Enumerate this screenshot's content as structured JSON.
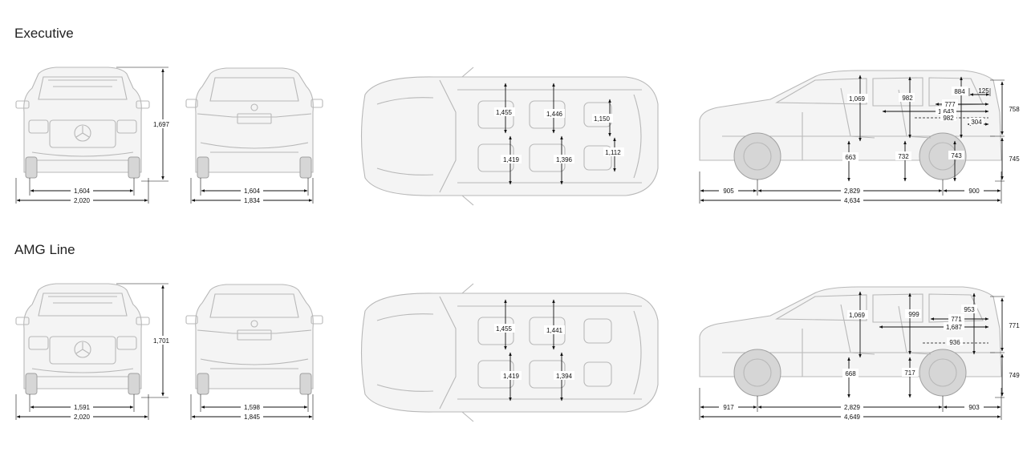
{
  "sections": {
    "executive": {
      "title": "Executive",
      "front": {
        "height": "1,697",
        "track": "1,604",
        "width": "2,020"
      },
      "rear": {
        "track": "1,604",
        "width": "1,834"
      },
      "top": {
        "row1_upper": "1,455",
        "row1_lower": "1,419",
        "row2_upper": "1,446",
        "row2_lower": "1,396",
        "row3_upper": "1,150",
        "row3_lower": "1,112"
      },
      "side": {
        "headroom1": "1,069",
        "headroom2": "982",
        "headroom3": "884",
        "cargo_125": "125",
        "cargo_777": "777",
        "cargo_1643": "1,643",
        "cargo_982": "982",
        "cargo_304": "304",
        "seat1": "663",
        "seat2": "732",
        "seat3": "743",
        "height_758": "758",
        "height_745": "745",
        "front_overhang": "905",
        "wheelbase": "2,829",
        "rear_overhang": "900",
        "length": "4,634"
      }
    },
    "amg": {
      "title": "AMG Line",
      "front": {
        "height": "1,701",
        "track": "1,591",
        "width": "2,020"
      },
      "rear": {
        "track": "1,598",
        "width": "1,845"
      },
      "top": {
        "row1_upper": "1,455",
        "row1_lower": "1,419",
        "row2_upper": "1,441",
        "row2_lower": "1,394"
      },
      "side": {
        "headroom1": "1,069",
        "headroom2": "999",
        "headroom3": "953",
        "cargo_771": "771",
        "cargo_1687": "1,687",
        "cargo_936": "936",
        "seat1": "668",
        "seat2": "717",
        "height_771": "771",
        "height_749": "749",
        "front_overhang": "917",
        "wheelbase": "2,829",
        "rear_overhang": "903",
        "length": "4,649"
      }
    }
  }
}
